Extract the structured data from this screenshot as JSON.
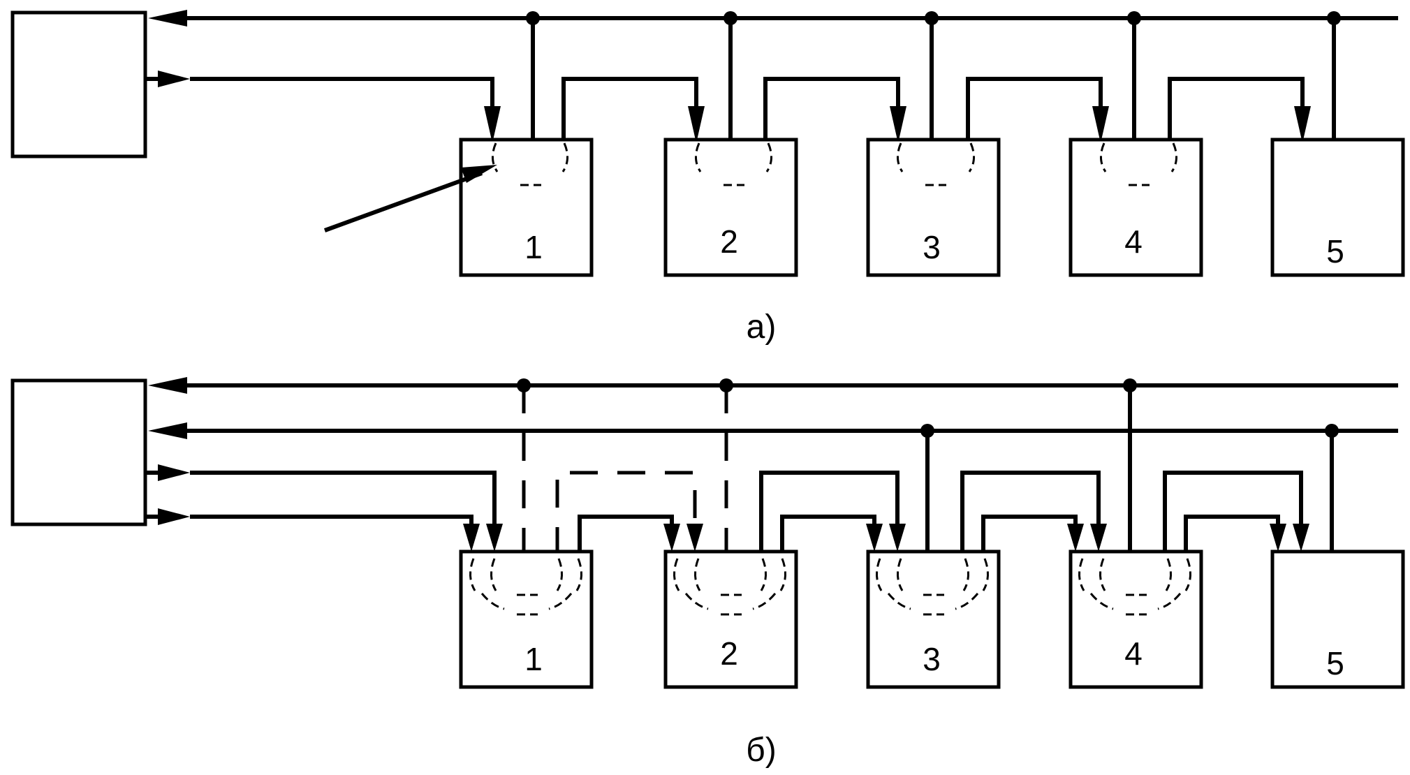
{
  "diagram_a": {
    "bath_labels": [
      "1",
      "2",
      "3",
      "4",
      "5"
    ],
    "caption": "а)"
  },
  "diagram_b": {
    "bath_labels": [
      "1",
      "2",
      "3",
      "4",
      "5"
    ],
    "caption": "б)"
  },
  "colors": {
    "line": "#000000",
    "background": "#ffffff"
  }
}
